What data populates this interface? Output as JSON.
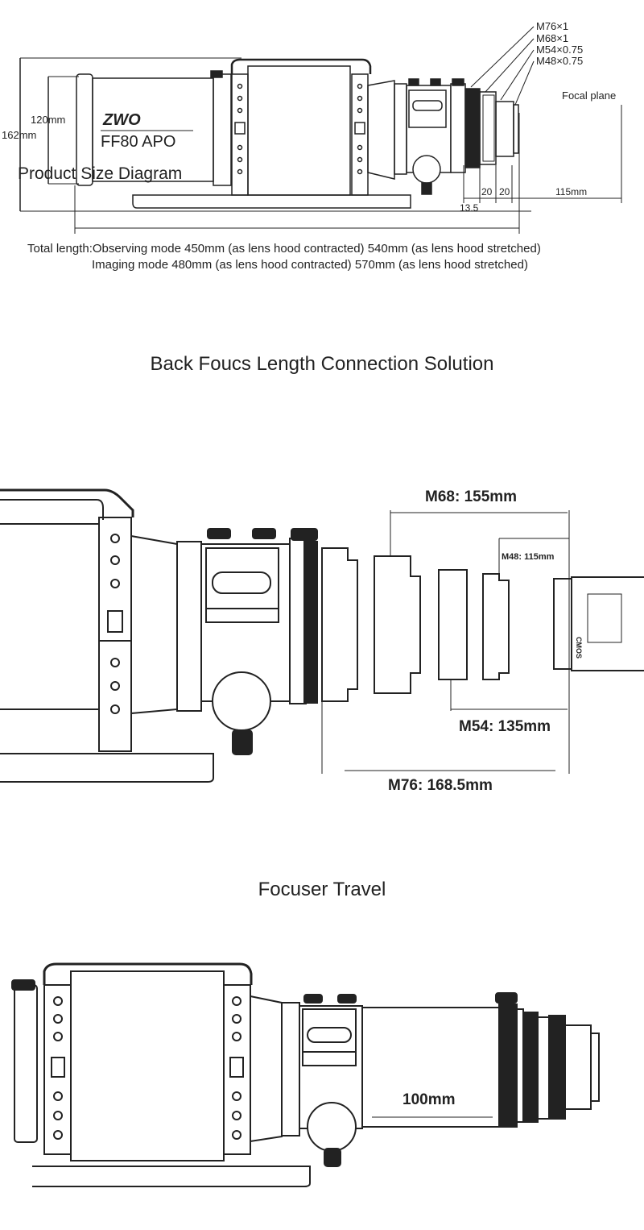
{
  "section1": {
    "brand": "ZWO",
    "model": "FF80  APO",
    "caption": "Product Size Diagram",
    "dim_120": "120mm",
    "dim_162": "162mm",
    "threads": [
      "M76×1",
      "M68×1",
      "M54×0.75",
      "M48×0.75"
    ],
    "focal_plane": "Focal plane",
    "seg_13_5": "13.5",
    "seg_20a": "20",
    "seg_20b": "20",
    "seg_115": "115mm",
    "total_line1": "Total length:Observing mode  450mm (as lens hood contracted) 540mm (as lens hood stretched)",
    "total_line2": "Imaging mode    480mm (as lens hood contracted) 570mm (as lens hood stretched)"
  },
  "section2": {
    "title": "Back Foucs Length Connection Solution",
    "m68": "M68: 155mm",
    "m48": "M48: 115mm",
    "m54": "M54: 135mm",
    "m76": "M76: 168.5mm",
    "cmos": "CMOS"
  },
  "section3": {
    "title": "Focuser Travel",
    "travel": "100mm"
  }
}
